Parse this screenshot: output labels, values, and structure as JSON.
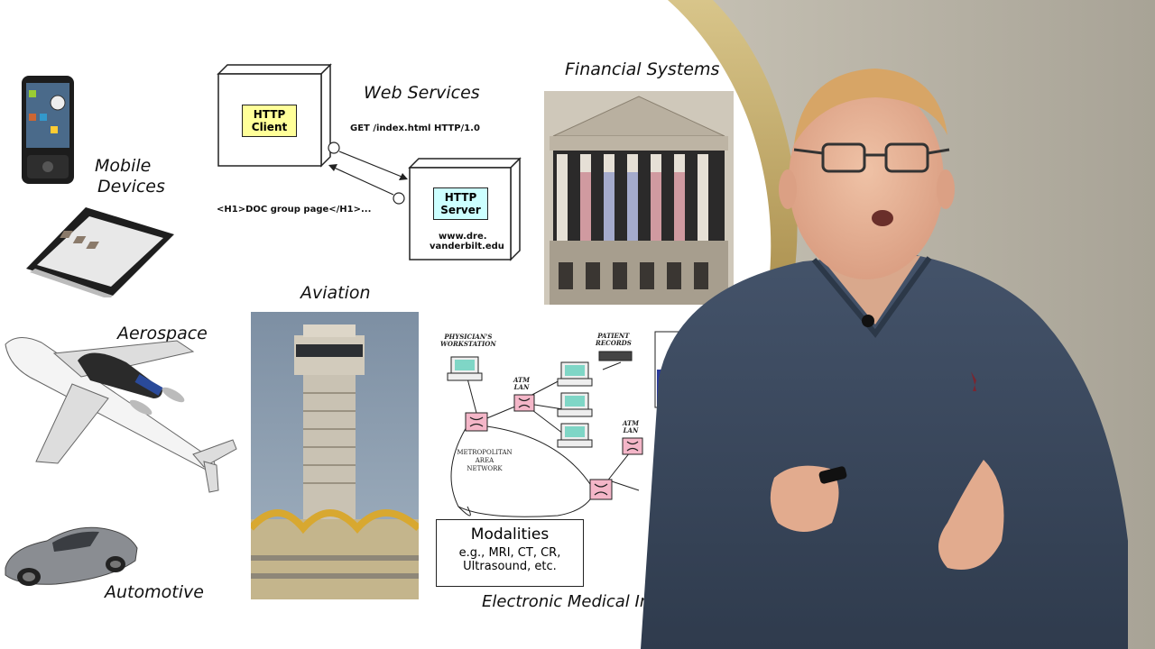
{
  "captions": {
    "mobile": "Mobile",
    "devices": "Devices",
    "web_services": "Web Services",
    "financial_systems": "Financial Systems",
    "aviation": "Aviation",
    "aerospace": "Aerospace",
    "automotive": "Automotive",
    "medical_imaging": "Electronic Medical Imagi"
  },
  "web_diagram": {
    "client_label_1": "HTTP",
    "client_label_2": "Client",
    "server_label_1": "HTTP",
    "server_label_2": "Server",
    "request": "GET /index.html HTTP/1.0",
    "response": "<H1>DOC group page</H1>...",
    "host_1": "www.dre.",
    "host_2": "vanderbilt.edu"
  },
  "medical_diagram": {
    "physician_1": "PHYSICIAN'S",
    "physician_2": "WORKSTATION",
    "patient_1": "PATIENT",
    "patient_2": "RECORDS",
    "atm_lan_a_1": "ATM",
    "atm_lan_a_2": "LAN",
    "atm_lan_b_1": "ATM",
    "atm_lan_b_2": "LAN",
    "metro_1": "METROPOLITAN",
    "metro_2": "AREA",
    "metro_3": "NETWORK",
    "modalities_title": "Modalities",
    "modalities_line1": "e.g., MRI, CT, CR,",
    "modalities_line2": "Ultrasound, etc."
  },
  "colors": {
    "client_box": "#ffff99",
    "server_box": "#ccffff",
    "switch": "#f4b6c8",
    "presenter_sweater": "#3b4a5e",
    "backdrop": "#b9b4a7",
    "gold_arc": "#b9a060"
  }
}
